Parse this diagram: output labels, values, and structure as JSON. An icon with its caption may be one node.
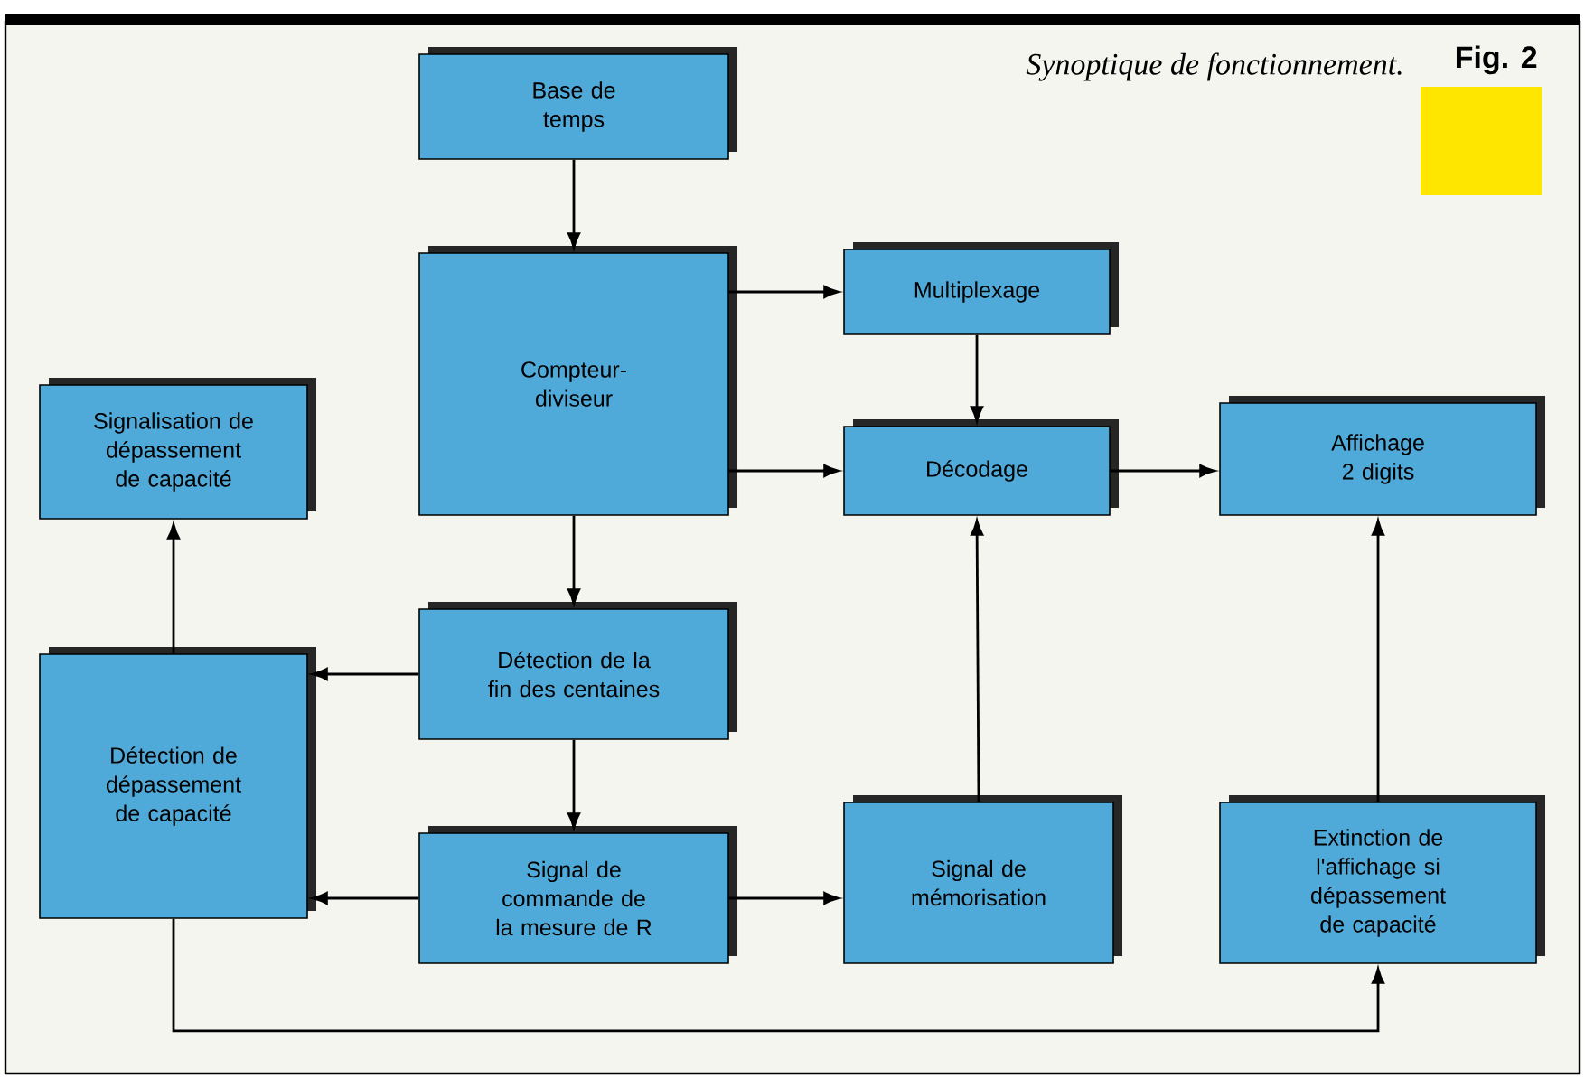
{
  "diagram": {
    "title": "Synoptique de fonctionnement.",
    "nodes": [
      {
        "text": [
          "Base de temps"
        ]
      },
      {
        "text": [
          "Compteur- diviseur"
        ]
      },
      {
        "text": [
          "Multiplexage"
        ]
      },
      {
        "text": [
          "Signalisation de dépassement de capacité"
        ]
      },
      {
        "text": [
          "Décodage"
        ]
      },
      {
        "text": [
          "Affichage 2 digits"
        ]
      },
      {
        "text": [
          "Détection de la fin des centaines"
        ]
      },
      {
        "text": [
          "Détection de dépassement de capacité"
        ]
      },
      {
        "text": [
          "Signal de commande de la mesure de R"
        ]
      },
      {
        "text": [
          "Signal de mémorisation"
        ]
      },
      {
        "text": [
          "Extinction de l'affichage si dépassement de capacité"
        ]
      }
    ],
    "edges": [
      {
        "from": 0,
        "to": 1,
        "arrow": "to"
      },
      {
        "from": 1,
        "to": 2,
        "arrow": "to"
      },
      {
        "from": 1,
        "to": 4,
        "arrow": "to"
      },
      {
        "from": 2,
        "to": 4,
        "arrow": "to"
      },
      {
        "from": 4,
        "to": 5,
        "arrow": "to"
      },
      {
        "from": 1,
        "to": 6,
        "arrow": "to"
      },
      {
        "from": 6,
        "to": 7,
        "arrow": "to"
      },
      {
        "from": 6,
        "to": 8,
        "arrow": "to"
      },
      {
        "from": 8,
        "to": 7,
        "arrow": "to"
      },
      {
        "from": 8,
        "to": 9,
        "arrow": "to"
      },
      {
        "from": 9,
        "to": 4,
        "arrow": "to"
      },
      {
        "from": 7,
        "to": 3,
        "arrow": "to"
      },
      {
        "from": 10,
        "to": 5,
        "arrow": "to"
      },
      {
        "from": 7,
        "to": 10,
        "arrow": "to"
      }
    ],
    "labels": [
      "Fig. 2"
    ]
  }
}
